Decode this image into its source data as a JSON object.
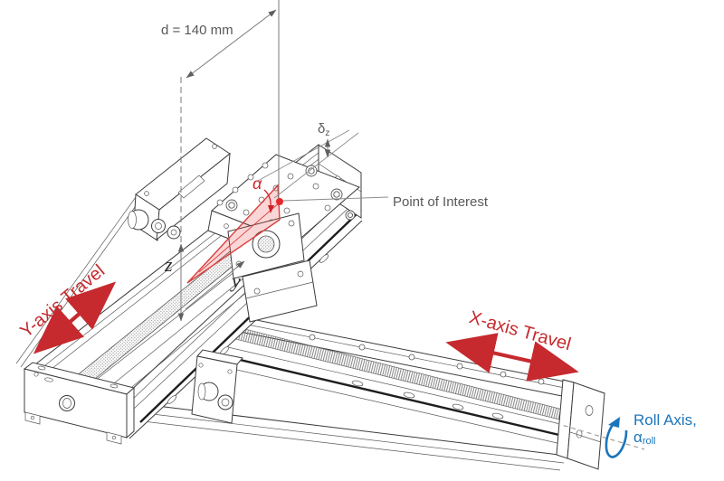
{
  "labels": {
    "distance": "d = 140 mm",
    "delta": "δ",
    "delta_sub": "z",
    "alpha": "α",
    "z_axis": "z",
    "y_axis": "y",
    "point_of_interest": "Point of Interest",
    "y_travel": "Y-axis Travel",
    "x_travel": "X-axis Travel",
    "roll_axis": "Roll Axis,",
    "roll_alpha": "α",
    "roll_alpha_sub": "roll"
  },
  "colors": {
    "travel_red": "#C62A2E",
    "wedge_red": "#D9403F",
    "roll_blue": "#1C75BB",
    "annotation_gray": "#58595B",
    "linework_gray": "#3C3C3C"
  }
}
